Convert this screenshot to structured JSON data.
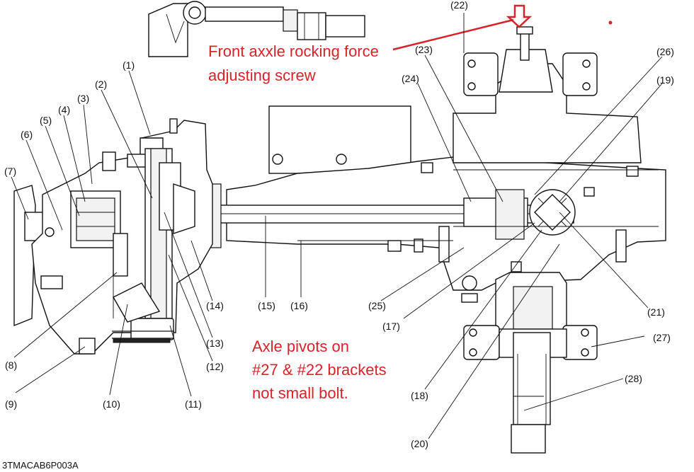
{
  "diagram": {
    "figure_code": "3TMACAB6P003A",
    "annotations": {
      "top": [
        "Front axxle rocking force",
        "adjusting screw"
      ],
      "bottom": [
        "Axle pivots on",
        "#27 & #22 brackets",
        "not small bolt."
      ]
    },
    "part_labels": {
      "p1": "(1)",
      "p2": "(2)",
      "p3": "(3)",
      "p4": "(4)",
      "p5": "(5)",
      "p6": "(6)",
      "p7": "(7)",
      "p8": "(8)",
      "p9": "(9)",
      "p10": "(10)",
      "p11": "(11)",
      "p12": "(12)",
      "p13": "(13)",
      "p14": "(14)",
      "p15": "(15)",
      "p16": "(16)",
      "p17": "(17)",
      "p18": "(18)",
      "p19": "(19)",
      "p20": "(20)",
      "p21": "(21)",
      "p22": "(22)",
      "p23": "(23)",
      "p24": "(24)",
      "p25": "(25)",
      "p26": "(26)",
      "p27": "(27)",
      "p28": "(28)"
    },
    "colors": {
      "annotation": "#d8222a",
      "line": "#111111",
      "background": "#ffffff"
    }
  }
}
